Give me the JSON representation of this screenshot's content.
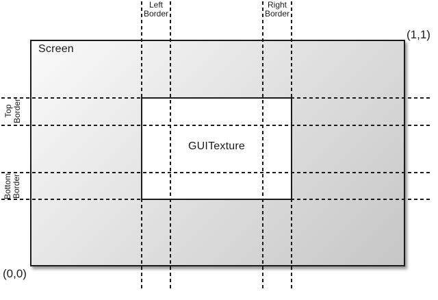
{
  "diagram": {
    "screen_label": "Screen",
    "texture_label": "GUITexture",
    "corner_top_right": "(1,1)",
    "corner_bottom_left": "(0,0)",
    "border_labels": {
      "left": {
        "line1": "Left",
        "line2": "Border"
      },
      "right": {
        "line1": "Right",
        "line2": "Border"
      },
      "top": {
        "line1": "Top",
        "line2": "Border"
      },
      "bottom": {
        "line1": "Bottom",
        "line2": "Border"
      }
    },
    "colors": {
      "line": "#1a1a1a",
      "screen_gradient_start": "#fafafa",
      "screen_gradient_end": "#c6c6c6",
      "texture_fill": "#ffffff"
    }
  }
}
